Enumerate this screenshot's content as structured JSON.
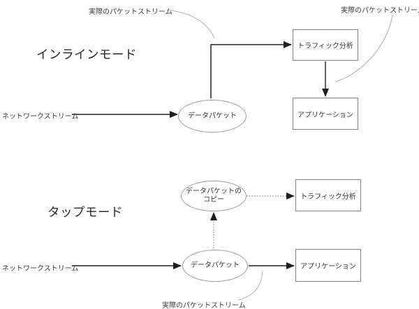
{
  "colors": {
    "background": "#ffffff",
    "arrow": "#1f1f1f",
    "box_border": "#808080",
    "ellipse_border": "#9a9a9a",
    "leader_line": "#b0b0b0",
    "text": "#333333"
  },
  "inline_mode": {
    "title": "インラインモード",
    "network_stream_label": "ネットワークストリーム",
    "actual_packet_stream_label_top": "実際のパケットストリーム",
    "actual_packet_stream_label_right": "実際のパケットストリーム",
    "data_packet_node": "データパケット",
    "traffic_analysis_node": "トラフィック分析",
    "application_node": "アプリケーション"
  },
  "tap_mode": {
    "title": "タップモード",
    "network_stream_label": "ネットワークストリーム",
    "actual_packet_stream_label": "実際のパケットストリーム",
    "data_packet_node": "データパケット",
    "data_packet_copy_node_line1": "データパケットの",
    "data_packet_copy_node_line2": "コピー",
    "traffic_analysis_node": "トラフィック分析",
    "application_node": "アプリケーション"
  }
}
